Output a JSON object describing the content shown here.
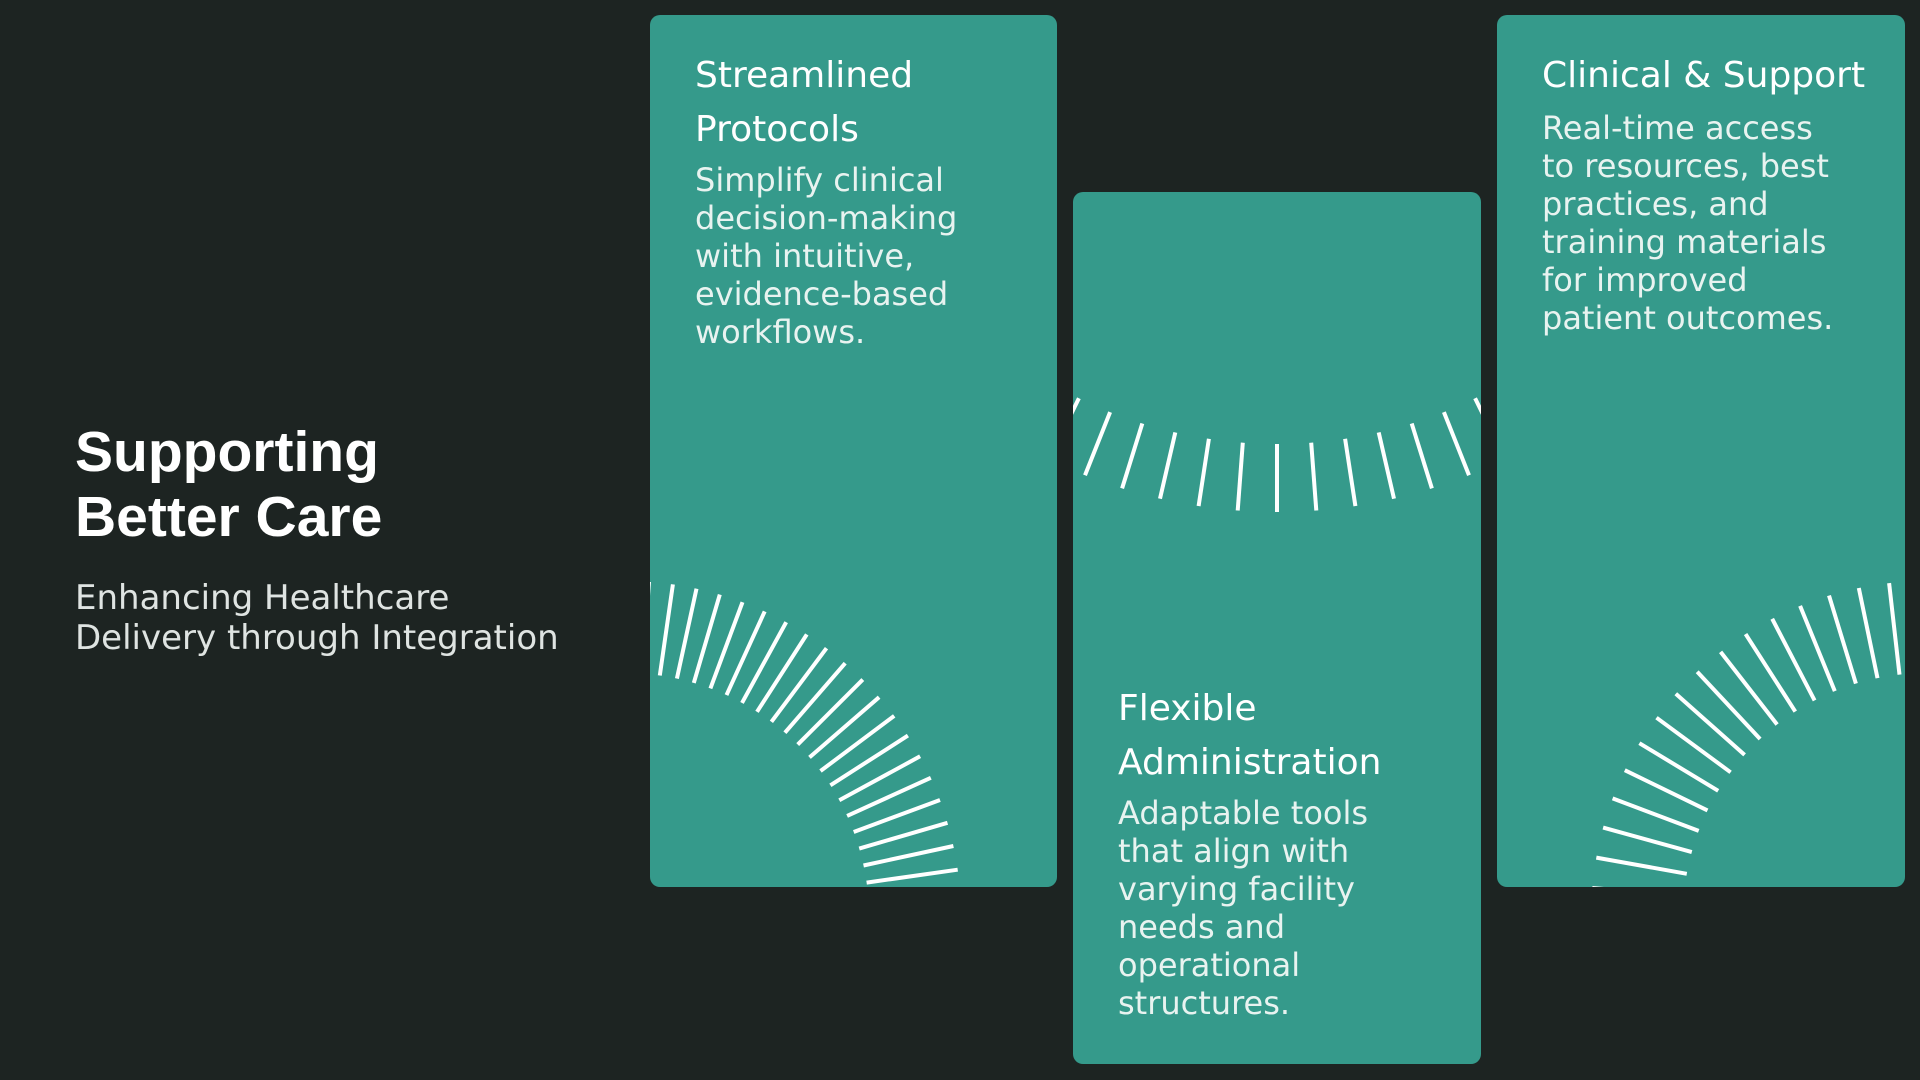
{
  "intro": {
    "title": "Supporting\nBetter Care",
    "subtitle": "Enhancing Healthcare\nDelivery through Integration"
  },
  "cards": [
    {
      "heading": "Streamlined\nProtocols",
      "body": "Simplify clinical\ndecision-making\nwith intuitive,\nevidence-based\nworkflows."
    },
    {
      "heading": "Flexible\nAdministration",
      "body": "Adaptable tools\nthat align with\nvarying facility\nneeds and\noperational\nstructures."
    },
    {
      "heading": "Clinical & Support",
      "body": "Real-time access\nto resources, best\npractices, and\ntraining materials\nfor improved\npatient outcomes."
    }
  ],
  "colors": {
    "background": "#1d2422",
    "card": "#359a8b",
    "rays": "#ffffff"
  },
  "decoration": {
    "card_1": "radiating-lines-arc",
    "card_2": "radiating-lines-arc",
    "card_3": "radiating-lines-arc"
  }
}
